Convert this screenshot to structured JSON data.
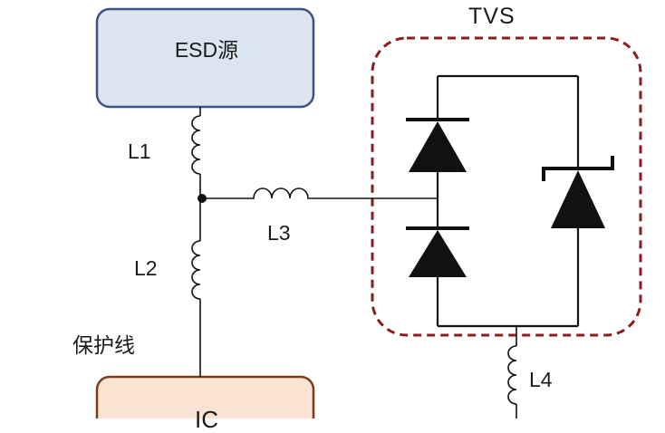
{
  "esd_source": {
    "label": "ESD源"
  },
  "ic": {
    "label": "IC"
  },
  "tvs": {
    "title": "TVS"
  },
  "inductors": {
    "l1": "L1",
    "l2": "L2",
    "l3": "L3",
    "l4": "L4"
  },
  "guard_line": {
    "label": "保护线"
  },
  "colors": {
    "esd_fill": "#dbe4f1",
    "esd_stroke": "#3b5484",
    "ic_fill": "#fbe3d3",
    "ic_stroke": "#7a3b19",
    "tvs_border": "#8b1d1d",
    "wire": "#111111"
  }
}
